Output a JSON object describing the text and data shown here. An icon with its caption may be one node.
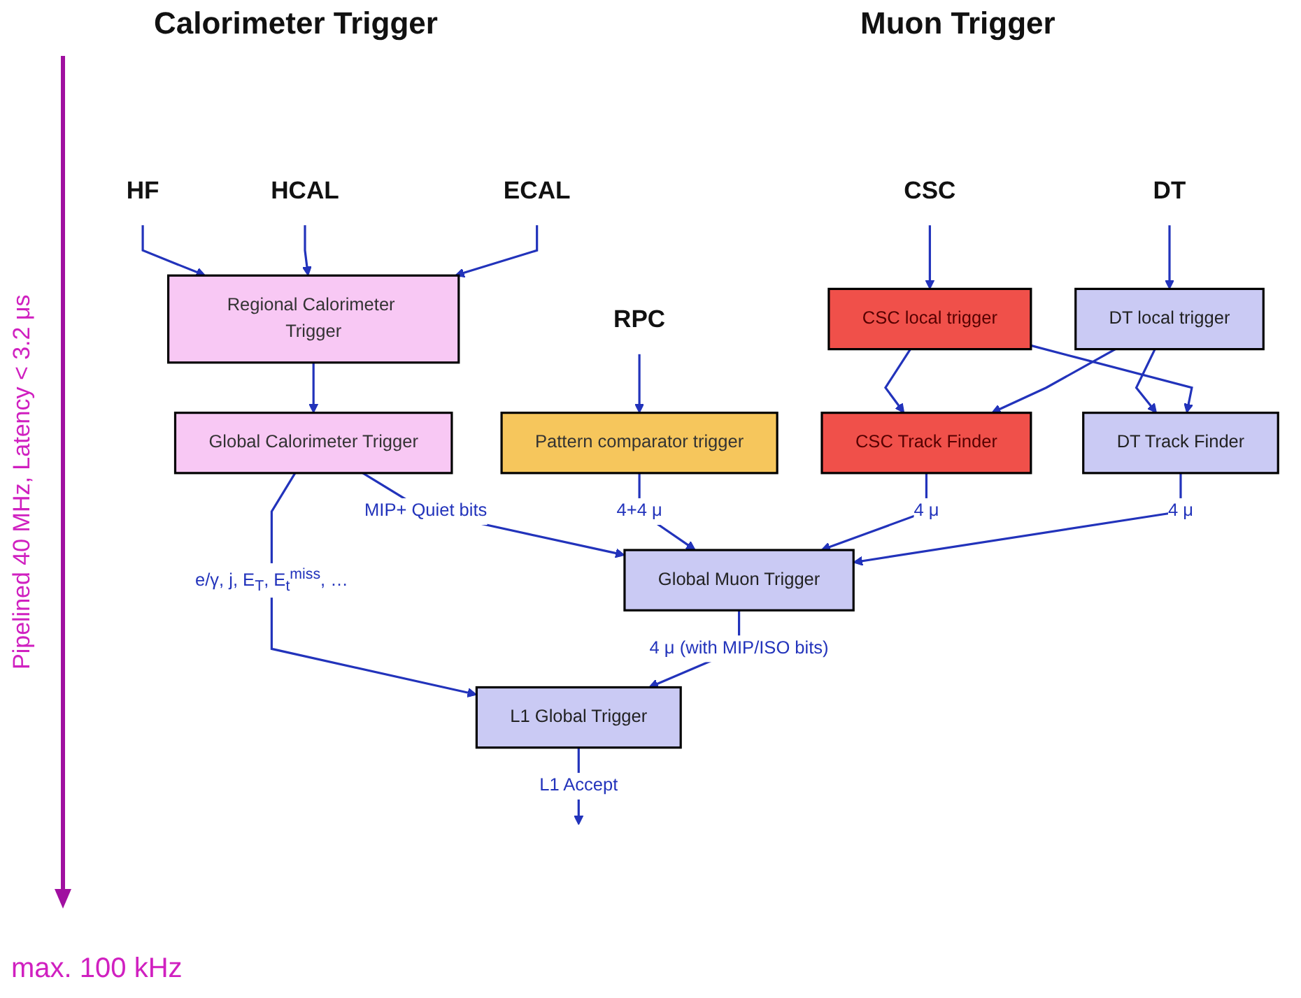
{
  "diagram": {
    "nodes": [
      {
        "text": [
          "HF"
        ]
      },
      {
        "text": [
          "HCAL"
        ]
      },
      {
        "text": [
          "ECAL"
        ]
      },
      {
        "text": [
          "Regional Calorimeter Trigger"
        ]
      },
      {
        "text": [
          "Global Calorimeter Trigger"
        ]
      },
      {
        "text": [
          "RPC"
        ]
      },
      {
        "text": [
          "CSC"
        ]
      },
      {
        "text": [
          "DT"
        ]
      },
      {
        "text": [
          "Pattern comparator trigger"
        ]
      },
      {
        "text": [
          "CSC local trigger"
        ]
      },
      {
        "text": [
          "DT local trigger"
        ]
      },
      {
        "text": [
          "CSC Track Finder"
        ]
      },
      {
        "text": [
          "DT Track Finder"
        ]
      },
      {
        "text": [
          "Global Muon Trigger"
        ]
      },
      {
        "text": [
          "L1 Global Trigger"
        ]
      }
    ],
    "edges": [
      {
        "from": 0,
        "to": 3,
        "arrow": "to"
      },
      {
        "from": 1,
        "to": 3,
        "arrow": "to"
      },
      {
        "from": 2,
        "to": 3,
        "arrow": "to"
      },
      {
        "from": 3,
        "to": 4,
        "arrow": "to"
      },
      {
        "from": 5,
        "to": 8,
        "arrow": "to"
      },
      {
        "from": 6,
        "to": 9,
        "arrow": "to"
      },
      {
        "from": 7,
        "to": 10,
        "arrow": "to"
      },
      {
        "from": 9,
        "to": 11,
        "arrow": "to"
      },
      {
        "from": 10,
        "to": 12,
        "arrow": "to"
      },
      {
        "from": 9,
        "to": 12,
        "arrow": "to"
      },
      {
        "from": 10,
        "to": 11,
        "arrow": "to"
      },
      {
        "from": 4,
        "to": 13,
        "label": "MIP+ Quiet bits",
        "arrow": "to"
      },
      {
        "from": 8,
        "to": 13,
        "label": "4+4 μ",
        "arrow": "to"
      },
      {
        "from": 11,
        "to": 13,
        "label": "4 μ",
        "arrow": "to"
      },
      {
        "from": 12,
        "to": 13,
        "label": "4 μ",
        "arrow": "to"
      },
      {
        "from": 4,
        "to": 14,
        "label": "e/γ, j, E$_{T}$, E$_{t}$$^{miss}$, …",
        "arrow": "to"
      },
      {
        "from": 13,
        "to": 14,
        "label": "4 μ (with MIP/ISO bits)",
        "arrow": "to"
      },
      {
        "from": 14,
        "to": null,
        "label": "L1 Accept",
        "arrow": "to"
      }
    ],
    "labels": [
      "Calorimeter Trigger",
      "Muon Trigger",
      "Pipelined 40 MHz, Latency < 3.2 μs",
      "max. 100 kHz"
    ]
  }
}
